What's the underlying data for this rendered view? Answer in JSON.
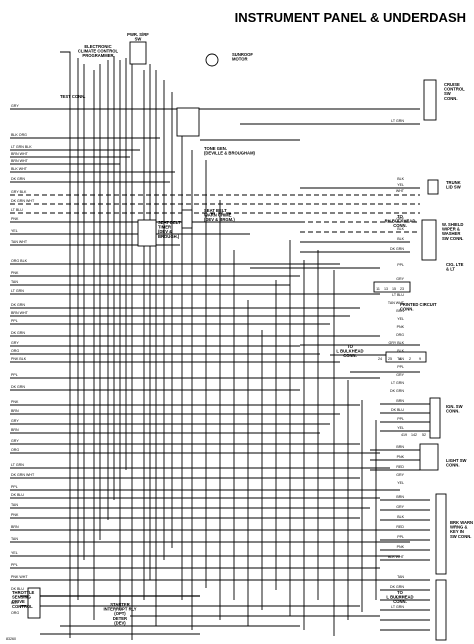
{
  "title": "INSTRUMENT PANEL & UNDERDASH",
  "code": "83260",
  "components": {
    "electronic_climate": [
      "ELECTRONIC",
      "CLIMATE CONTROL",
      "PROGRAMMER"
    ],
    "pwr_sw": [
      "PWR. S/RF",
      "SW"
    ],
    "sunroof": [
      "SUNROOF",
      "MOTOR"
    ],
    "test_conn": "TEST CONN.",
    "tone_gen": [
      "TONE GEN.",
      "(DEVILLE & BROUGHAM)"
    ],
    "cruise": [
      "CRUISE",
      "CONTROL",
      "SW",
      "CONN."
    ],
    "trunk": [
      "TRUNK",
      "LID SW"
    ],
    "rh_bulkhead": [
      "TO",
      "RH BULKHEAD",
      "CONN."
    ],
    "w_shield": [
      "W. SHIELD",
      "WIPER &",
      "WASHER",
      "SW CONN."
    ],
    "seat_belt": [
      "SEAT BELT",
      "TIMER",
      "(DEV &",
      "BROUGH.)"
    ],
    "seat_belt_warn": [
      "SEAT BELT",
      "WARN CHIME",
      "(DEV & BRGM.)"
    ],
    "cig_lte": [
      "CIG. LTE",
      "& LT"
    ],
    "printed_circuit": [
      "PRINTED CIRCUIT",
      "CONN."
    ],
    "l_bulkhead_mid": [
      "TO",
      "L BULKHEAD",
      "CONN."
    ],
    "ign_sw": [
      "IGN. SW",
      "CONN."
    ],
    "light_sw": [
      "LIGHT SW",
      "CONN."
    ],
    "brk_wrng": [
      "BRK WARN",
      "WRNG &",
      "KEY IN",
      "SW CONN."
    ],
    "l_bulkhead_bottom": [
      "TO",
      "L BULKHEAD",
      "CONN."
    ],
    "starter": [
      "STARTER",
      "INTERRUPT RLY",
      "(OPT)",
      "DETER",
      "(DEV)"
    ],
    "throttle": [
      "THROTTLE",
      "SENSING",
      "DRIVE",
      "CONTROL"
    ]
  },
  "left_labels": [
    "GRY",
    "BLK ORG",
    "LT GRN BLK",
    "BRN WHT",
    "BRN WHT",
    "BLK WHT",
    "DK GRN",
    "GRY BLK",
    "DK GRN WHT",
    "LT BLU",
    "PNK",
    "YEL",
    "TAN WHT",
    "ORG BLK",
    "PNK",
    "TAN",
    "LT GRN",
    "DK GRN",
    "BRN WHT",
    "PPL",
    "DK GRN",
    "GRY",
    "ORG",
    "PNK BLK",
    "PPL",
    "DK GRN",
    "PNK",
    "BRN",
    "GRY",
    "BRN",
    "GRY",
    "ORG",
    "LT GRN",
    "DK GRN WHT",
    "PPL",
    "DK BLU",
    "TAN",
    "PNK",
    "BRN",
    "TAN",
    "YEL",
    "PPL",
    "PNK WHT",
    "DK BLU",
    "BLK",
    "ORG"
  ],
  "right_labels": [
    "LT GRN",
    "BLK",
    "YEL",
    "WHT",
    "GRY",
    "BLK",
    "BLK",
    "DK GRN",
    "PPL",
    "GRY",
    "LT BLU",
    "TAN WHT",
    "BRN",
    "YEL",
    "PNK",
    "ORG",
    "GRY BLK",
    "BLK",
    "TAN",
    "PPL",
    "GRY",
    "LT GRN",
    "DK GRN",
    "BRN",
    "DK BLU",
    "PPL",
    "YEL",
    "BRN",
    "PNK",
    "RED",
    "GRY",
    "YEL",
    "BRN",
    "GRY",
    "BLK",
    "RED",
    "PPL",
    "PNK",
    "BLK WHT",
    "TAN",
    "DK GRN",
    "ORG",
    "LT GRN"
  ],
  "cavity_numbers": [
    "11",
    "13",
    "15",
    "23",
    "24",
    "25",
    "4",
    "2",
    "9",
    "419",
    "142",
    "52"
  ]
}
